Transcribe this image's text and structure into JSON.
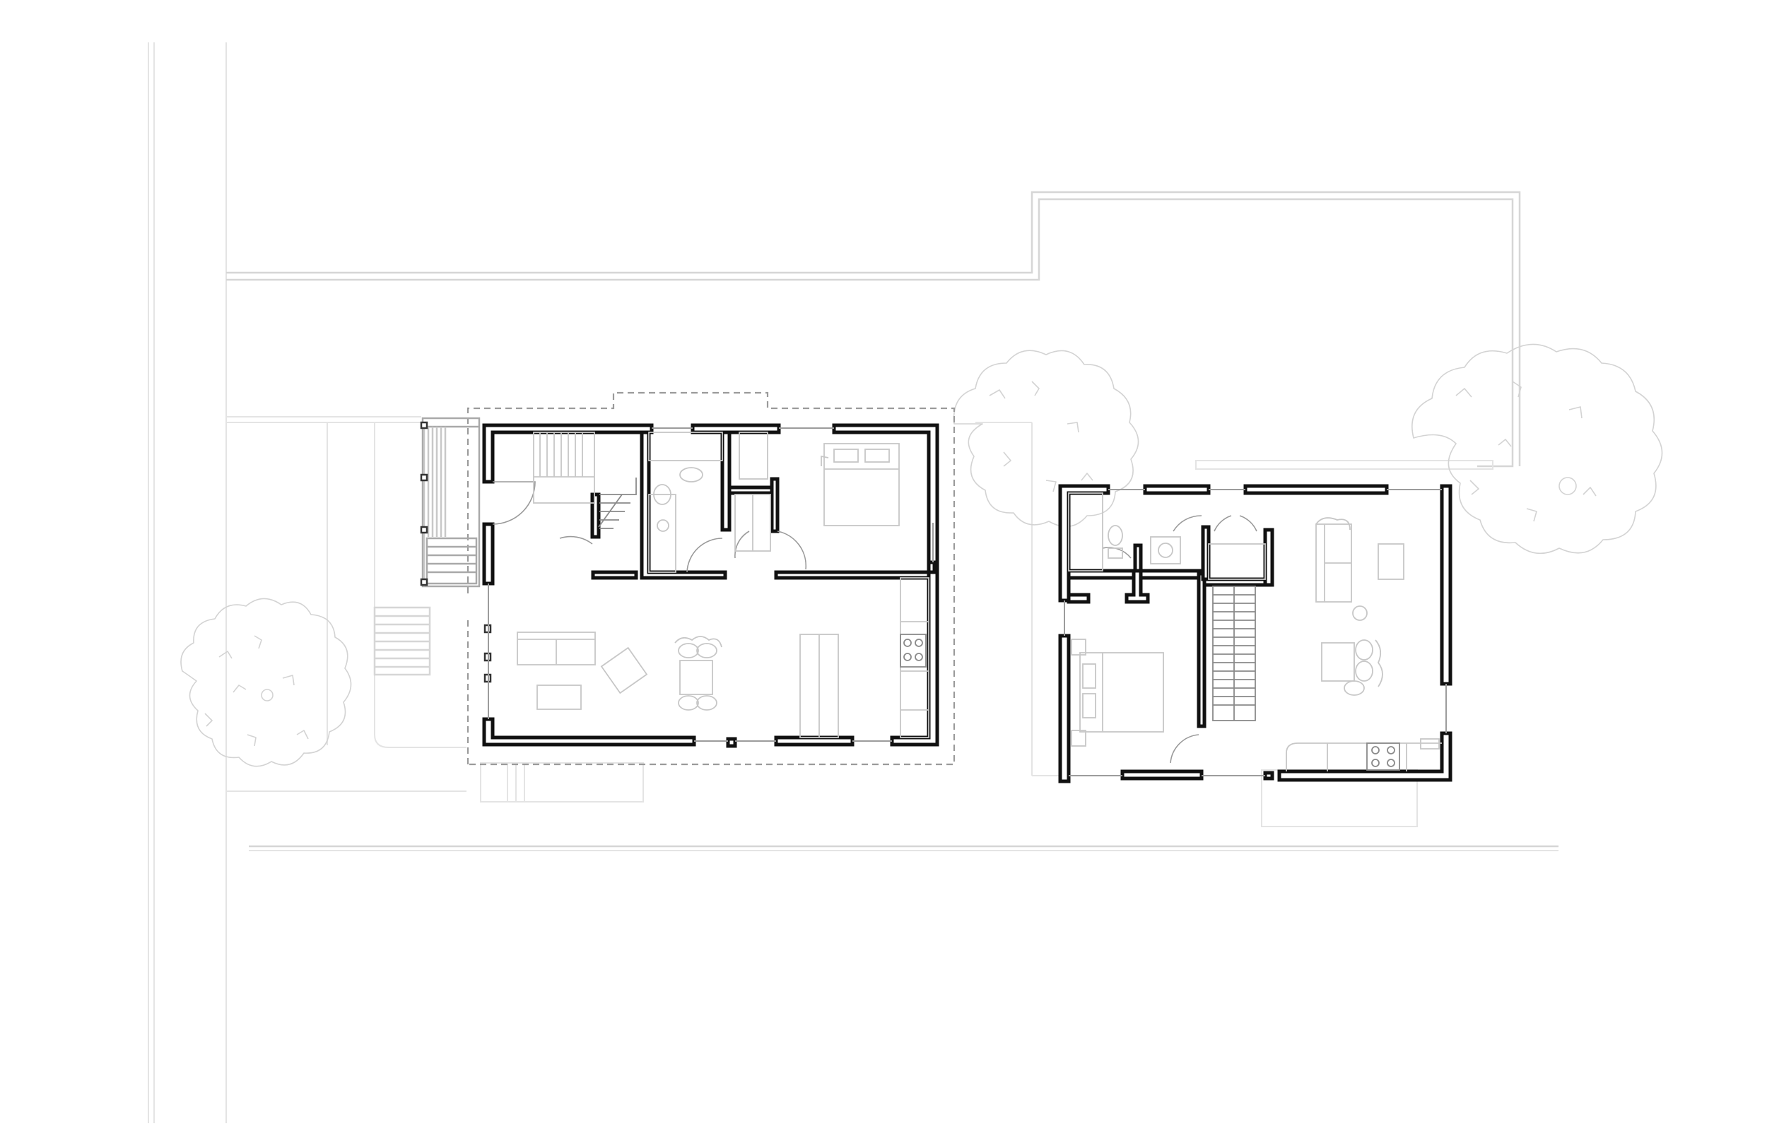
{
  "drawing": {
    "type": "site floor plan",
    "background": "#ffffff",
    "wall_color": "#111111",
    "context_line_color": "#d6d6d6",
    "buildings": [
      {
        "id": "existing-house",
        "overhang_outline": "dashed"
      },
      {
        "id": "accessory-unit",
        "overhang_outline": "none"
      }
    ],
    "trees": 3,
    "icons": [
      "sofa-icon",
      "bed-icon",
      "dining-table-icon",
      "stove-icon",
      "stair-icon",
      "tree-icon",
      "door-swing-icon"
    ]
  }
}
